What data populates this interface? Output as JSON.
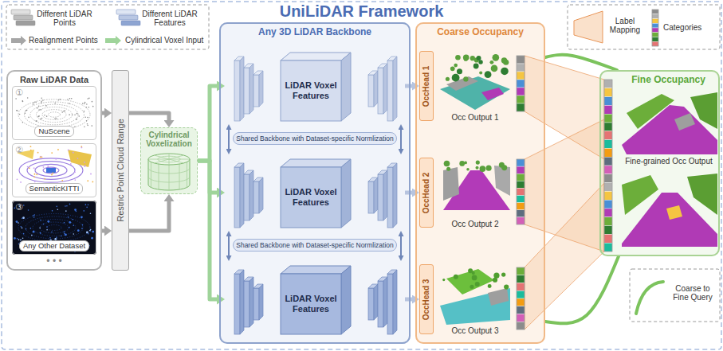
{
  "diagram": {
    "title": "UniLiDAR Framework",
    "nodes": [
      {
        "text": [
          "Raw LiDAR Data"
        ]
      },
      {
        "text": [
          "①",
          "NuScene"
        ],
        "in": 0
      },
      {
        "text": [
          "②",
          "SemanticKITTI"
        ],
        "in": 0
      },
      {
        "text": [
          "③",
          "Any Other Dataset"
        ],
        "in": 0
      },
      {
        "text": [
          "Restric Point Cloud Range"
        ]
      },
      {
        "text": [
          "Cylindrical Voxelization"
        ]
      },
      {
        "text": [
          "Any 3D LiDAR Backbone"
        ]
      },
      {
        "text": [
          "LiDAR Voxel Features"
        ],
        "in": 6
      },
      {
        "text": [
          "Shared Backbone with Dataset-specific Normlization"
        ],
        "in": 6
      },
      {
        "text": [
          "LiDAR Voxel Features"
        ],
        "in": 6
      },
      {
        "text": [
          "Shared Backbone with Dataset-specific Normlization"
        ],
        "in": 6
      },
      {
        "text": [
          "LiDAR Voxel Features"
        ],
        "in": 6
      },
      {
        "text": [
          "Coarse Occupancy"
        ]
      },
      {
        "text": [
          "OccHead 1"
        ],
        "in": 12
      },
      {
        "text": [
          "OccHead 2"
        ],
        "in": 12
      },
      {
        "text": [
          "OccHead 3"
        ],
        "in": 12
      },
      {
        "text": [
          "Fine Occupancy"
        ]
      }
    ],
    "edges": [
      {
        "from": 0,
        "to": 4,
        "arrow": "to"
      },
      {
        "from": 0,
        "to": 4,
        "arrow": "to"
      },
      {
        "from": 4,
        "to": 5,
        "arrow": "to"
      },
      {
        "from": 4,
        "to": 5,
        "arrow": "to"
      },
      {
        "from": 5,
        "to": 7,
        "arrow": "to"
      },
      {
        "from": 5,
        "to": 9,
        "arrow": "to"
      },
      {
        "from": 5,
        "to": 11,
        "arrow": "to"
      },
      {
        "from": 7,
        "to": 9,
        "arrow": "both"
      },
      {
        "from": 7,
        "to": 9,
        "arrow": "both"
      },
      {
        "from": 9,
        "to": 11,
        "arrow": "both"
      },
      {
        "from": 9,
        "to": 11,
        "arrow": "both"
      },
      {
        "from": 7,
        "to": 13,
        "arrow": "to"
      },
      {
        "from": 9,
        "to": 14,
        "arrow": "to"
      },
      {
        "from": 11,
        "to": 15,
        "arrow": "to"
      },
      {
        "from": 12,
        "to": 16,
        "arrow": "none"
      },
      {
        "from": 12,
        "to": 16,
        "arrow": "none"
      }
    ],
    "labels": [
      "• • •",
      "Occ Output 1",
      "Occ Output 2",
      "Occ Output 3",
      "Fine-grained Occ Output"
    ],
    "legend": [
      {
        "text": "Different LiDAR Points"
      },
      {
        "text": "Different LiDAR Features"
      },
      {
        "text": "Realignment Points"
      },
      {
        "text": "Cylindrical Voxel Input"
      },
      {
        "text": "Label Mapping"
      },
      {
        "text": "Categories"
      },
      {
        "text": "Coarse to Fine Query"
      }
    ]
  }
}
